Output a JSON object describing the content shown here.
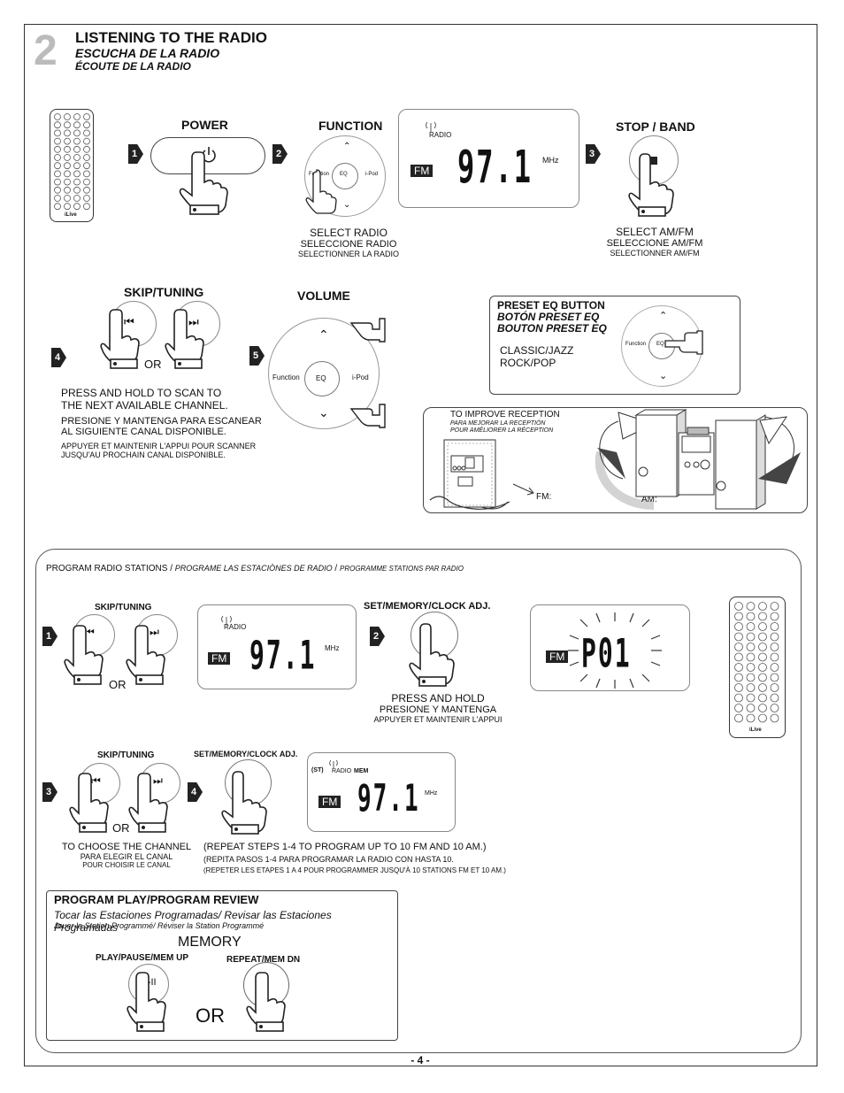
{
  "page": {
    "section_number": "2",
    "title_en": "LISTENING TO THE RADIO",
    "title_es": "ESCUCHA DE LA RADIO",
    "title_fr": "ÉCOUTE DE LA RADIO",
    "page_number": "- 4 -"
  },
  "top": {
    "steps": [
      "1",
      "2",
      "3",
      "4",
      "5"
    ],
    "power_label": "POWER",
    "function_label": "FUNCTION",
    "function_dial": {
      "left": "Function",
      "center": "EQ",
      "right": "i-Pod"
    },
    "stop_band_label": "STOP / BAND",
    "display": {
      "radio": "RADIO",
      "band": "FM",
      "freq": "97.1",
      "unit": "MHz"
    },
    "select_radio": {
      "en": "SELECT RADIO",
      "es": "SELECCIONE RADIO",
      "fr": "SELECTIONNER LA RADIO"
    },
    "select_amfm": {
      "en": "SELECT AM/FM",
      "es": "SELECCIONE AM/FM",
      "fr": "SELECTIONNER AM/FM"
    },
    "skip_label": "SKIP/TUNING",
    "or": "OR",
    "volume_label": "VOLUME",
    "volume_dial": {
      "left": "Function",
      "center": "EQ",
      "right": "i-Pod"
    },
    "scan_text": {
      "en": [
        "PRESS AND HOLD TO SCAN TO",
        "THE NEXT AVAILABLE CHANNEL."
      ],
      "es": [
        "PRESIONE Y MANTENGA PARA ESCANEAR",
        "AL SIGUIENTE CANAL DISPONIBLE."
      ],
      "fr": [
        "APPUYER ET MAINTENIR L'APPUI POUR SCANNER",
        "JUSQU'AU PROCHAIN CANAL DISPONIBLE."
      ]
    },
    "preset_eq": {
      "title_en": "PRESET EQ BUTTON",
      "title_es": "BOTÓN PRESET EQ",
      "title_fr": "BOUTON PRESET EQ",
      "modes": [
        "CLASSIC/JAZZ",
        "ROCK/POP"
      ],
      "dial_left": "Function",
      "dial_center": "EQ"
    },
    "reception": {
      "en": "TO IMPROVE RECEPTION",
      "es": "PARA MEJORAR LA RECEPTIÓN",
      "fr": "POUR AMÉLIORER LA RÉCEPTION",
      "fm": "FM:",
      "am": "AM:"
    }
  },
  "program": {
    "heading_en": "PROGRAM RADIO STATIONS",
    "heading_es": "PROGRAME LAS ESTACIÒNES DE RADIO",
    "heading_fr": "PROGRAMME STATIONS PAR RADIO",
    "steps": [
      "1",
      "2",
      "3",
      "4"
    ],
    "skip_label": "SKIP/TUNING",
    "or": "OR",
    "set_memory_label": "SET/MEMORY/CLOCK ADJ.",
    "display1": {
      "radio": "RADIO",
      "band": "FM",
      "freq": "97.1",
      "unit": "MHz"
    },
    "display2": {
      "band": "FM",
      "preset": "P01"
    },
    "display3": {
      "st": "(ST)",
      "radio": "RADIO",
      "mem": "MEM",
      "band": "FM",
      "freq": "97.1",
      "unit": "MHz"
    },
    "press_hold": {
      "en": "PRESS AND HOLD",
      "es": "PRESIONE Y MANTENGA",
      "fr": "APPUYER ET MAINTENIR L'APPUI"
    },
    "choose_channel": {
      "en": "TO CHOOSE THE CHANNEL",
      "es": "PARA ELEGIR EL CANAL",
      "fr": "POUR CHOISIR LE CANAL"
    },
    "repeat": {
      "en": "(REPEAT STEPS 1-4 TO PROGRAM UP TO 10 FM AND 10 AM.)",
      "es": "(REPITA PASOS 1-4 PARA PROGRAMAR LA RADIO CON HASTA 10.",
      "fr": "(REPETER LES ETAPES 1 A 4 POUR PROGRAMMER JUSQU'À 10 STATIONS FM ET 10 AM.)"
    }
  },
  "review": {
    "title": "PROGRAM PLAY/PROGRAM REVIEW",
    "es": "Tocar las Estaciones Programadas/ Revisar las Estaciones Programadas",
    "fr": "Jouer la Station Programmé/ Réviser la Station Programmé",
    "memory": "MEMORY",
    "play_label": "PLAY/PAUSE/MEM UP",
    "repeat_label": "REPEAT/MEM DN",
    "or": "OR"
  },
  "remote": {
    "brand": "iLive"
  }
}
